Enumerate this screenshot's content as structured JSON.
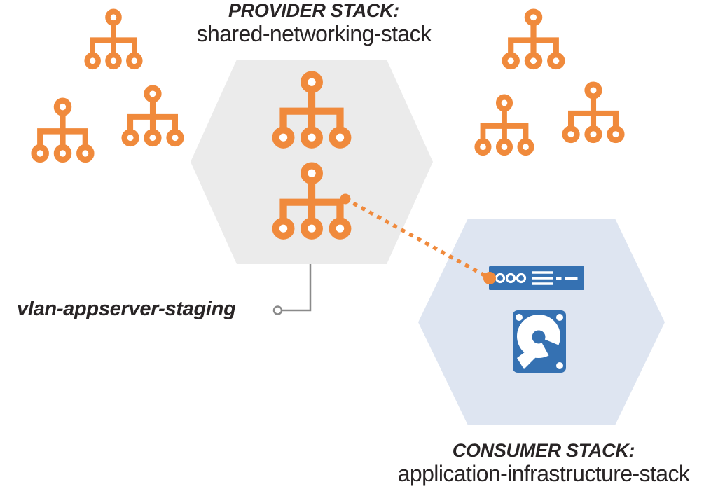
{
  "diagram": {
    "provider_stack": {
      "label": "PROVIDER STACK:",
      "name": "shared-networking-stack",
      "network_icons_inside": 2
    },
    "consumer_stack": {
      "label": "CONSUMER STACK:",
      "name": "application-infrastructure-stack"
    },
    "vlan_label": "vlan-appserver-staging",
    "outside_network_icon_count": 6,
    "icons": {
      "network_tree": "network-tree-icon",
      "switch": "network-switch-icon",
      "disk": "hard-disk-icon"
    },
    "colors": {
      "orange": "#F08A3C",
      "steel_blue": "#3571B2",
      "provider_hex_fill": "#EBEBEB",
      "consumer_hex_fill": "#DEE5F1",
      "text": "#282425",
      "connector_gray": "#8A8A8A"
    }
  }
}
